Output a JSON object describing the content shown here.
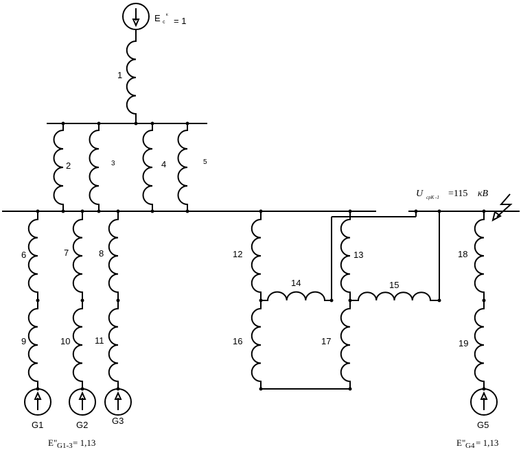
{
  "source_top": {
    "label": "E",
    "sub": "c",
    "sup": "к",
    "value": "= 1"
  },
  "elements": {
    "e1": "1",
    "e2": "2",
    "e3": "3",
    "e4": "4",
    "e5": "5",
    "e6": "6",
    "e7": "7",
    "e8": "8",
    "e9": "9",
    "e10": "10",
    "e11": "11",
    "e12": "12",
    "e13": "13",
    "e14": "14",
    "e15": "15",
    "e16": "16",
    "e17": "17",
    "e18": "18",
    "e19": "19"
  },
  "generators": {
    "g1": "G1",
    "g2": "G2",
    "g3": "G3",
    "g5": "G5"
  },
  "voltage": {
    "symbol": "U",
    "sub": "срК -1",
    "value": "=115",
    "unit": "кВ"
  },
  "emf_g13": {
    "label": "E\"",
    "sub": "G1-3",
    "value": "= 1,13"
  },
  "emf_g4": {
    "label": "E\"",
    "sub": "G4",
    "value": "= 1,13"
  }
}
